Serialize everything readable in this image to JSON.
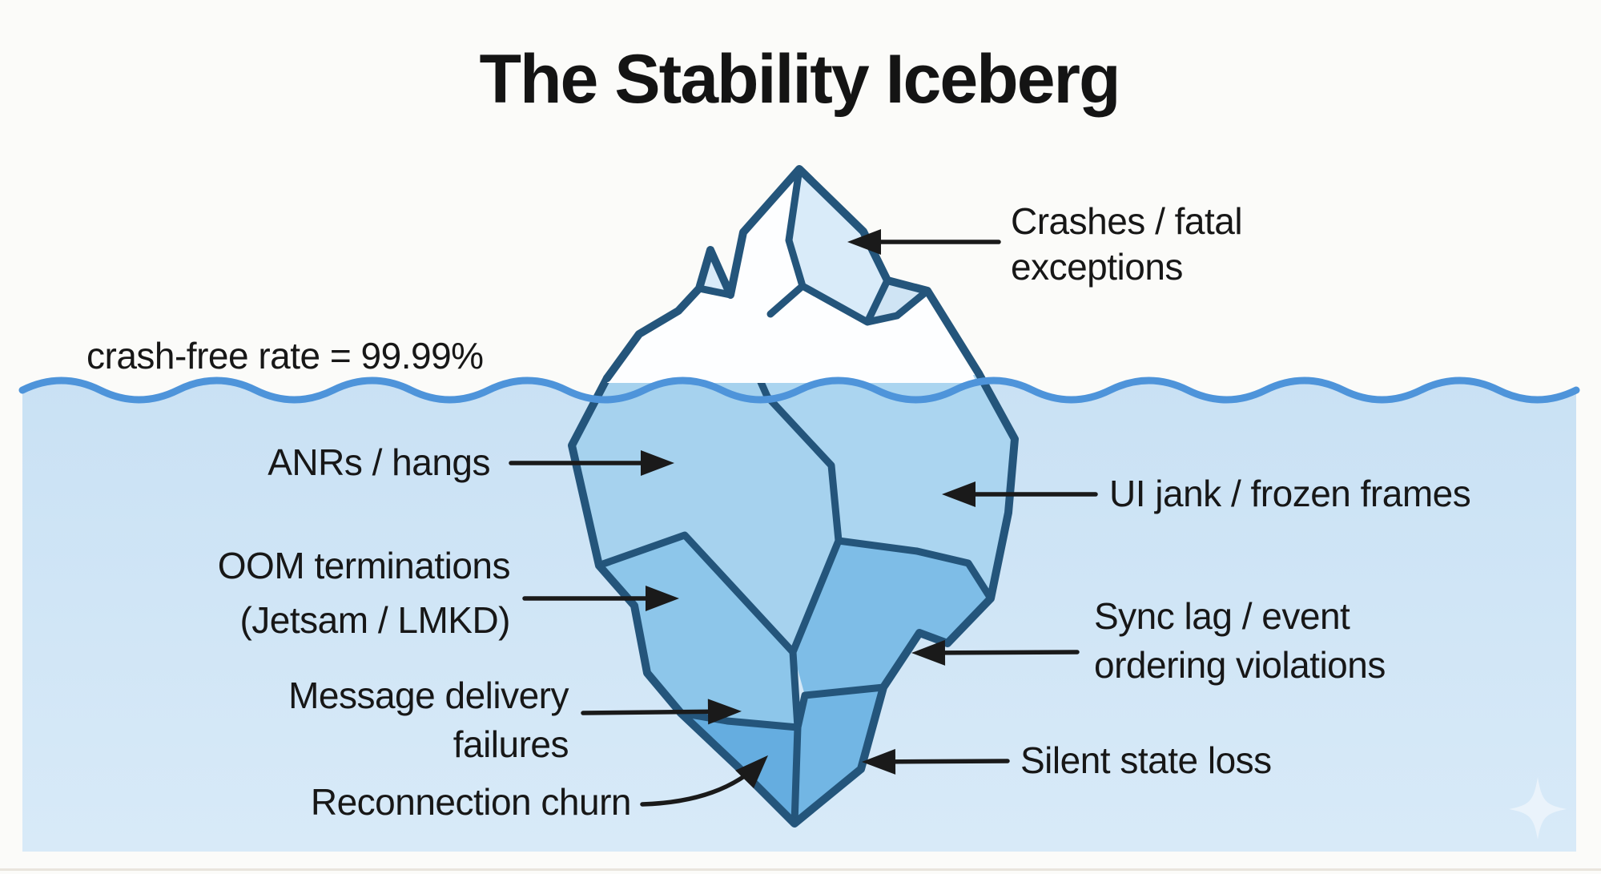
{
  "title": "The Stability Iceberg",
  "waterline_note": "crash-free rate = 99.99%",
  "callouts": {
    "crashes": {
      "line1": "Crashes / fatal",
      "line2": "exceptions",
      "side": "right-of-tip"
    },
    "anrs": {
      "line1": "ANRs / hangs",
      "side": "left"
    },
    "oom": {
      "line1": "OOM terminations",
      "line2": "(Jetsam / LMKD)",
      "side": "left"
    },
    "message_delivery": {
      "line1": "Message delivery",
      "line2": "failures",
      "side": "left"
    },
    "reconnection": {
      "line1": "Reconnection churn",
      "side": "left"
    },
    "ui_jank": {
      "line1": "UI jank / frozen frames",
      "side": "right"
    },
    "sync_lag": {
      "line1": "Sync lag / event",
      "line2": "ordering violations",
      "side": "right"
    },
    "silent_state": {
      "line1": "Silent state loss",
      "side": "right"
    }
  },
  "icons": {
    "sparkle": "four-point-star-watermark"
  },
  "colors": {
    "background": "#fbfbf9",
    "text": "#171717",
    "arrow": "#1a1a1a",
    "iceberg_outline": "#24557b",
    "wave_stroke": "#4e94da",
    "water_top": "#cbe3f5",
    "water_bottom": "#d8eaf8",
    "berg_above_fill": "#fdfeff",
    "berg_above_facet": "#d9ebf9",
    "facet_upper": "#a7d3ef",
    "facet_mid": "#8dc6ea",
    "facet_lower": "#7ebde7",
    "facet_deep": "#68aee0"
  }
}
